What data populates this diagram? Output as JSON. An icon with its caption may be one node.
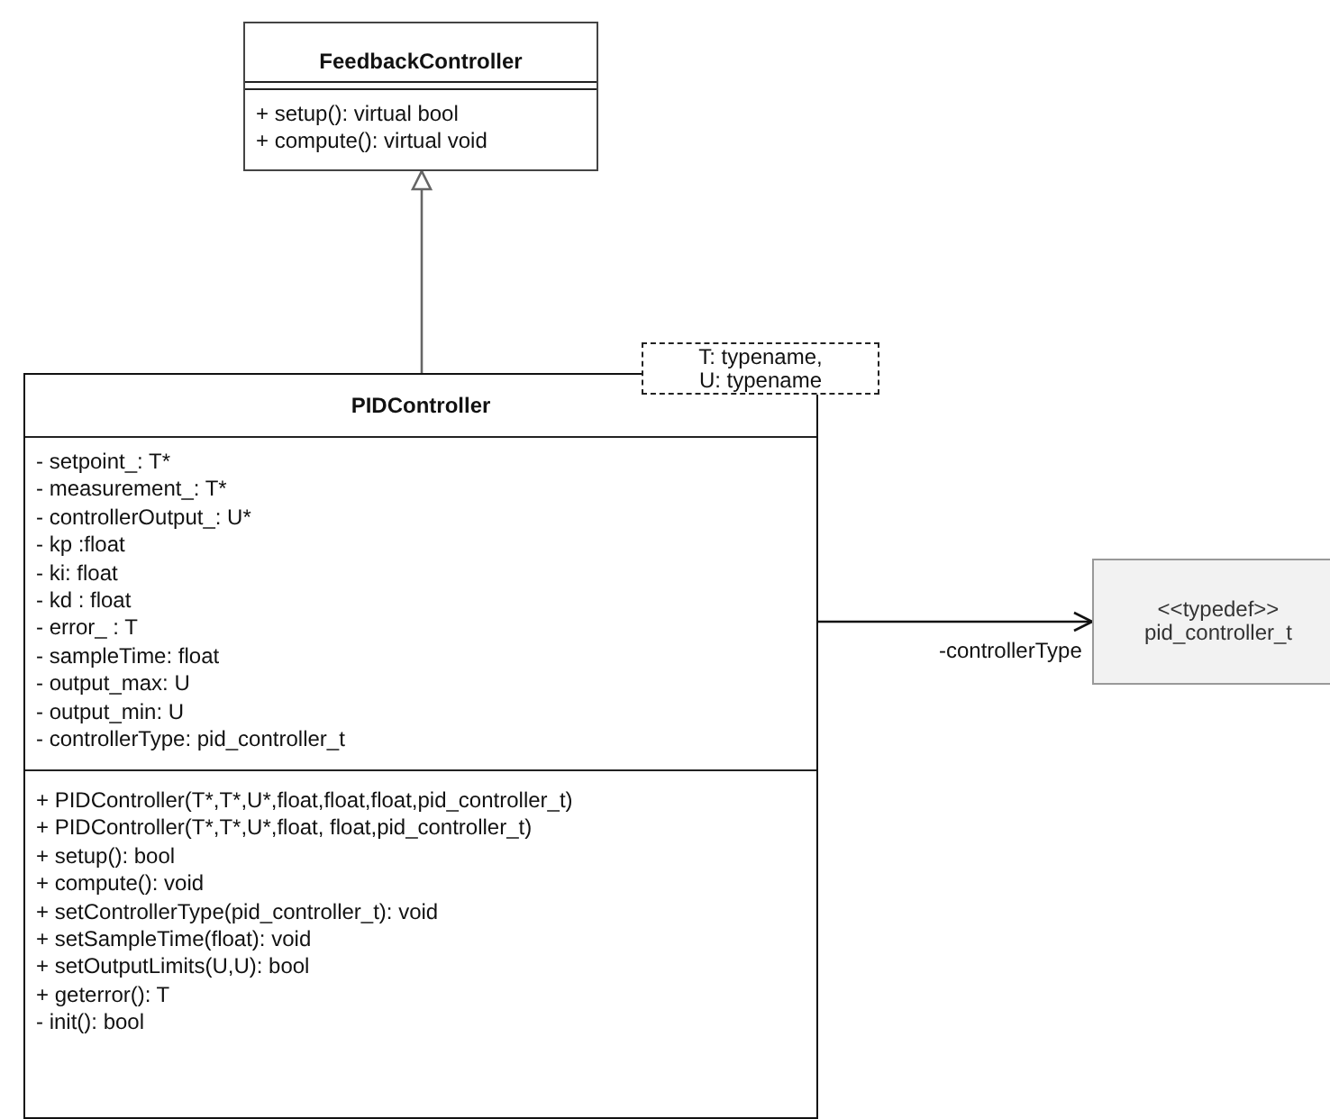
{
  "diagram": {
    "nodes": [
      {
        "text": [
          "FeedbackController",
          "+ setup(): virtual bool",
          "+ compute(): virtual void"
        ]
      },
      {
        "text": [
          "PIDController",
          "- setpoint_: T*",
          "- measurement_: T*",
          "- controllerOutput_: U*",
          "- kp :float",
          "- ki: float",
          "- kd : float",
          "- error_ : T",
          "- sampleTime: float",
          "- output_max: U",
          "- output_min: U",
          "- controllerType: pid_controller_t",
          "+ PIDController(T*,T*,U*,float,float,float,pid_controller_t)",
          "+ PIDController(T*,T*,U*,float, float,pid_controller_t)",
          "+ setup(): bool",
          "+ compute(): void",
          "+ setControllerType(pid_controller_t): void",
          "+ setSampleTime(float): void",
          "+ setOutputLimits(U,U): bool",
          "+ geterror(): T",
          "- init(): bool"
        ]
      },
      {
        "text": [
          "T: typename,",
          "U: typename"
        ]
      },
      {
        "text": [
          "<<typedef>>",
          "pid_controller_t"
        ]
      }
    ],
    "edges": [
      {
        "from": 1,
        "to": 0,
        "arrow": "to",
        "color": "#666666"
      },
      {
        "from": 1,
        "to": 3,
        "arrow": "to",
        "label": "-controllerType"
      }
    ]
  }
}
